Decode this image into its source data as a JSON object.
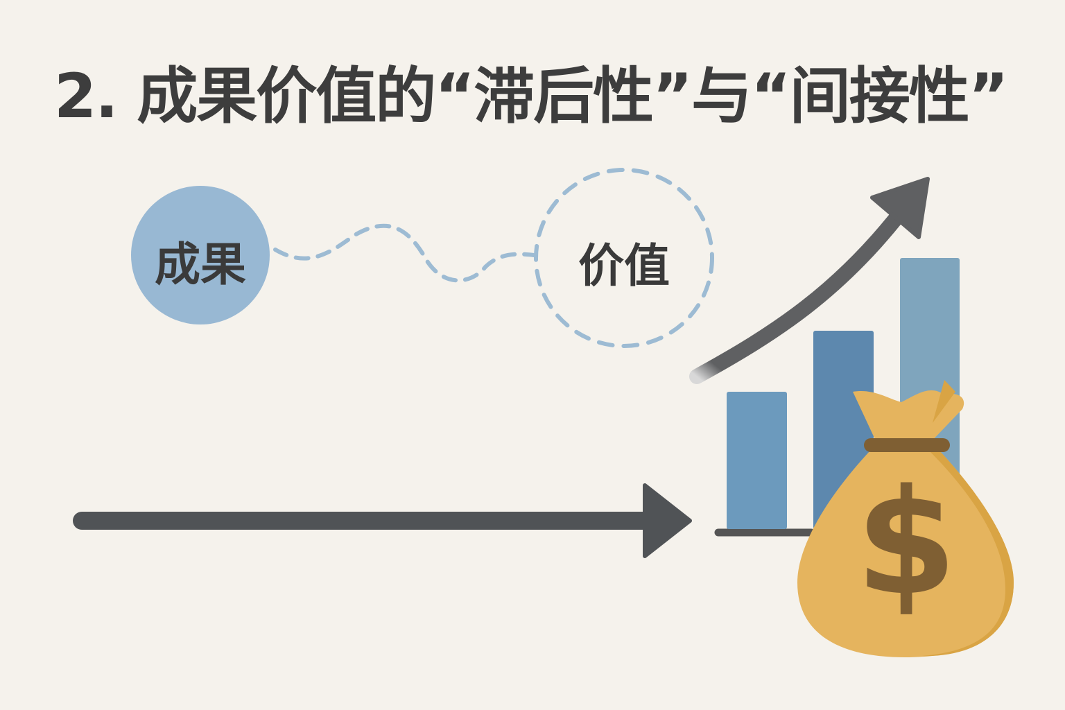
{
  "title": "2. 成果价值的“滞后性”与“间接性”",
  "nodes": {
    "result": "成果",
    "value": "价值"
  },
  "colors": {
    "background": "#f5f2ec",
    "text": "#3d3d3d",
    "circle": "#98b8d3",
    "dash": "#9dbbd3",
    "arrow": "#505356",
    "bar1": "#6c9abd",
    "bar2": "#5d88ae",
    "bar3": "#7fa5bd",
    "bag": "#e5b45e",
    "bag_shade": "#d9a444",
    "tie": "#7f5f33"
  },
  "icons": [
    "timeline-arrow-icon",
    "growth-arrow-icon",
    "bar-chart-icon",
    "money-bag-icon"
  ]
}
